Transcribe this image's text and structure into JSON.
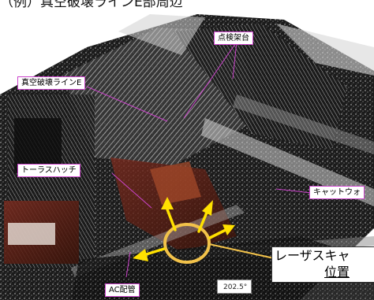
{
  "title": "（例）真空破壊ラインE部周辺",
  "callouts": {
    "inspection_stand": "点検架台",
    "vacuum_break_line": "真空破壊ラインE",
    "torus_hatch": "トーラスハッチ",
    "catwalk": "キャットウォ",
    "ac_piping": "AC配管"
  },
  "laser_scanner": {
    "line1": "レーザスキャ",
    "line2": "位置"
  },
  "angle": "202.5°",
  "colors": {
    "leader_line": "#cc44cc",
    "scanner_ring": "#f2c24a",
    "arrow": "#ffe100"
  }
}
